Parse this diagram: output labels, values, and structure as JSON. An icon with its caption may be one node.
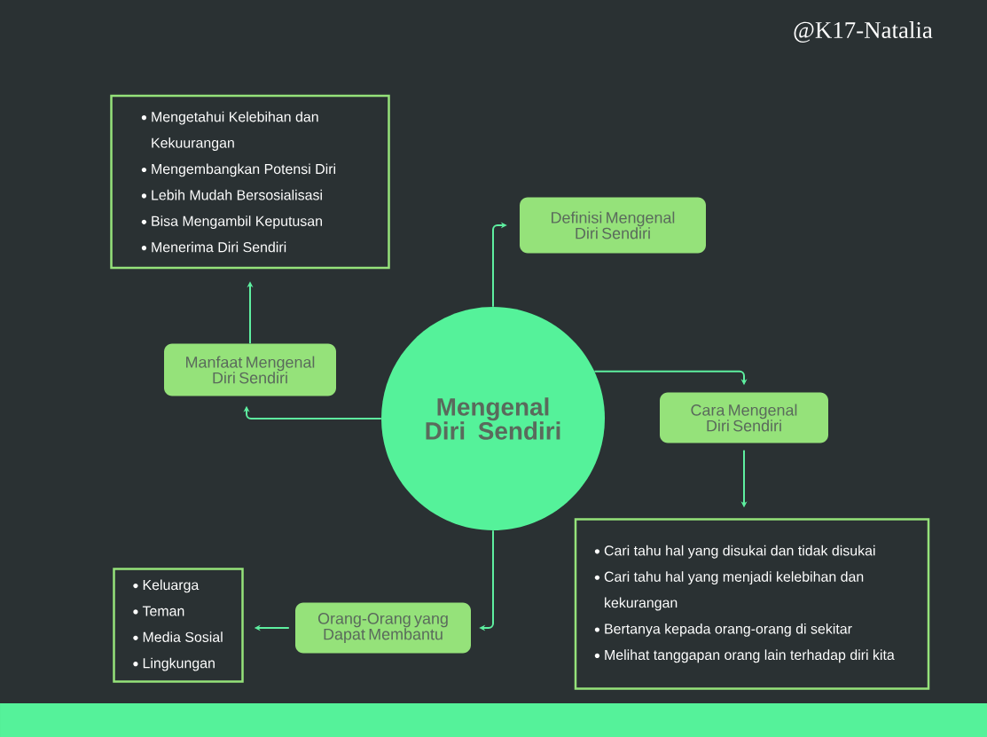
{
  "diagram": {
    "nodes": [
      {
        "text": [
          "Mengenal Diri Sendiri"
        ]
      },
      {
        "text": [
          "Definisi Mengenal Diri Sendiri"
        ]
      },
      {
        "text": [
          "Manfaat Mengenal Diri Sendiri"
        ]
      },
      {
        "text": [
          "Mengetahui Kelebihan dan Kekuurangan",
          "Mengembangkan Potensi Diri",
          "Lebih Mudah Bersosialisasi",
          "Bisa Mengambil Keputusan",
          "Menerima Diri Sendiri"
        ]
      },
      {
        "text": [
          "Cara Mengenal Diri Sendiri"
        ]
      },
      {
        "text": [
          "Cari tahu hal yang disukai dan tidak disukai",
          "Cari tahu hal yang menjadi kelebihan dan kekurangan",
          "Bertanya kepada orang-orang di sekitar",
          "Melihat tanggapan orang lain terhadap diri kita"
        ]
      },
      {
        "text": [
          "Orang-Orang yang Dapat Membantu"
        ]
      },
      {
        "text": [
          "Keluarga",
          "Teman",
          "Media Sosial",
          "Lingkungan"
        ]
      }
    ],
    "edges": [
      {
        "from": 0,
        "to": 1,
        "arrow": "to"
      },
      {
        "from": 0,
        "to": 2,
        "arrow": "to"
      },
      {
        "from": 2,
        "to": 3,
        "arrow": "to"
      },
      {
        "from": 0,
        "to": 4,
        "arrow": "to"
      },
      {
        "from": 4,
        "to": 5,
        "arrow": "to"
      },
      {
        "from": 0,
        "to": 6,
        "arrow": "to"
      },
      {
        "from": 6,
        "to": 7,
        "arrow": "to"
      }
    ],
    "labels": [
      "@K17-Natalia"
    ]
  }
}
